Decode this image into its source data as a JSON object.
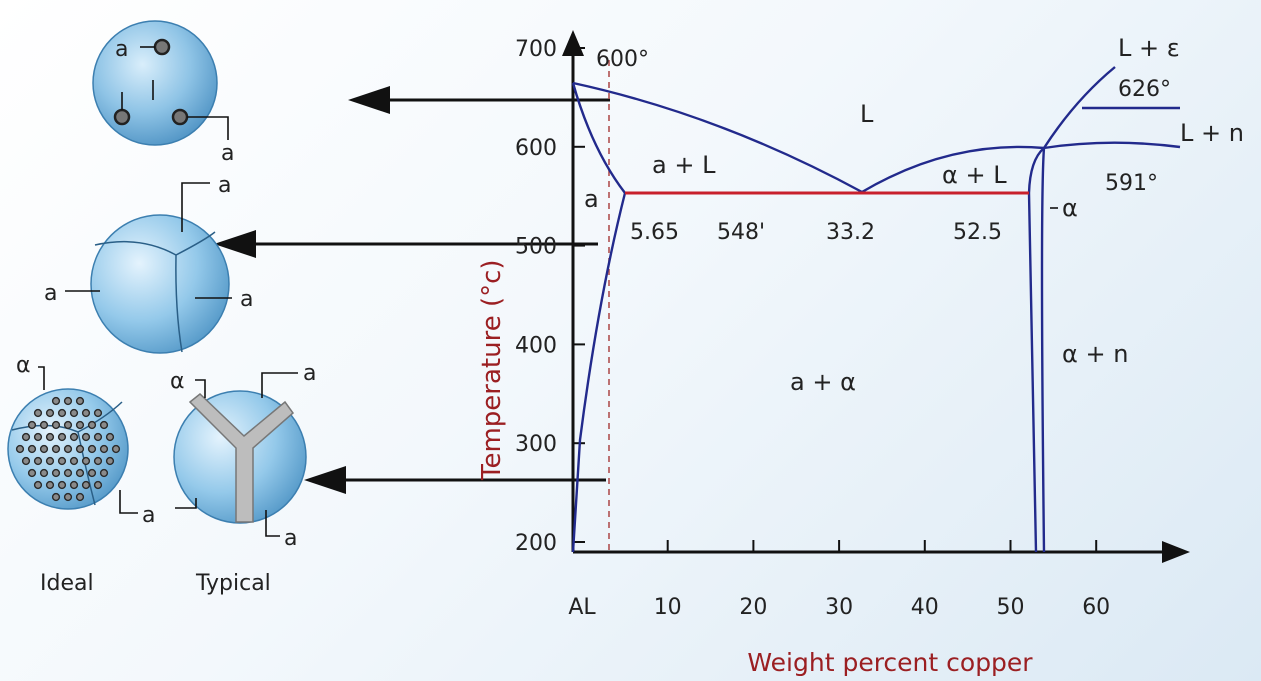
{
  "chart_data": {
    "type": "phase-diagram",
    "xlabel": "Weight percent copper",
    "ylabel": "Temperature (°c)",
    "x_ticks": [
      "AL",
      "10",
      "20",
      "30",
      "40",
      "50",
      "60"
    ],
    "y_ticks": [
      "200",
      "300",
      "400",
      "500",
      "600",
      "700"
    ],
    "xlim": [
      0,
      70
    ],
    "ylim": [
      200,
      700
    ],
    "eutectic": {
      "temperature_label": "548'",
      "solubility": "5.65",
      "eutectic": "33.2",
      "theta_comp": "52.5"
    },
    "points": {
      "p600": "600°",
      "p626": "626°",
      "p591": "591°"
    },
    "regions": {
      "liquid": "L",
      "a_plus_L": "a + L",
      "alpha_plus_L": "α + L",
      "a_region": "a",
      "alpha_region": "α",
      "a_plus_alpha": "a + α",
      "alpha_plus_n": "α + n",
      "L_plus_eps": "L + ε",
      "L_plus_n": "L + n"
    }
  },
  "microstructures": {
    "top": {
      "label_a1": "a",
      "label_l": "l",
      "label_a2": "a"
    },
    "middle": {
      "label_top": "a",
      "label_left": "a",
      "label_right": "a"
    },
    "ideal": {
      "label_alpha": "α",
      "label_a": "a",
      "caption": "Ideal"
    },
    "typical": {
      "label_alpha": "α",
      "label_a_top": "a",
      "label_a_bottom": "a",
      "caption": "Typical"
    }
  }
}
